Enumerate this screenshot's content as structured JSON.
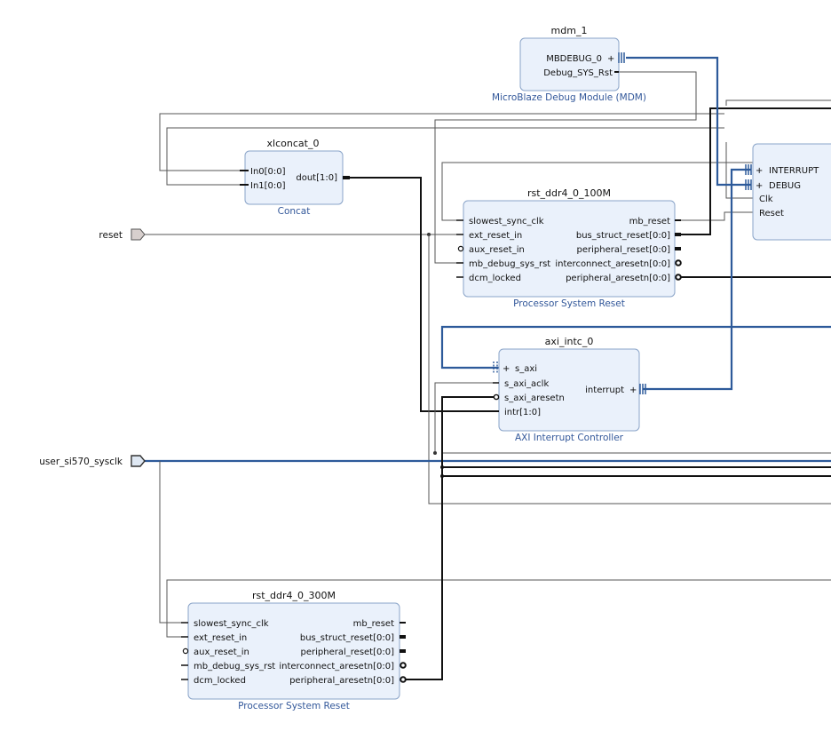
{
  "blocks": {
    "mdm": {
      "instance": "mdm_1",
      "type": "MicroBlaze Debug Module (MDM)",
      "ports_right": [
        "MBDEBUG_0",
        "Debug_SYS_Rst"
      ]
    },
    "concat": {
      "instance": "xlconcat_0",
      "type": "Concat",
      "ports_left": [
        "In0[0:0]",
        "In1[0:0]"
      ],
      "ports_right": [
        "dout[1:0]"
      ]
    },
    "rst100": {
      "instance": "rst_ddr4_0_100M",
      "type": "Processor System Reset",
      "ports_left": [
        "slowest_sync_clk",
        "ext_reset_in",
        "aux_reset_in",
        "mb_debug_sys_rst",
        "dcm_locked"
      ],
      "ports_right": [
        "mb_reset",
        "bus_struct_reset[0:0]",
        "peripheral_reset[0:0]",
        "interconnect_aresetn[0:0]",
        "peripheral_aresetn[0:0]"
      ]
    },
    "intc": {
      "instance": "axi_intc_0",
      "type": "AXI Interrupt Controller",
      "ports_left": [
        "s_axi",
        "s_axi_aclk",
        "s_axi_aresetn",
        "intr[1:0]"
      ],
      "ports_right": [
        "interrupt"
      ]
    },
    "mb": {
      "ports_left": [
        "INTERRUPT",
        "DEBUG",
        "Clk",
        "Reset"
      ]
    },
    "rst300": {
      "instance": "rst_ddr4_0_300M",
      "type": "Processor System Reset",
      "ports_left": [
        "slowest_sync_clk",
        "ext_reset_in",
        "aux_reset_in",
        "mb_debug_sys_rst",
        "dcm_locked"
      ],
      "ports_right": [
        "mb_reset",
        "bus_struct_reset[0:0]",
        "peripheral_reset[0:0]",
        "interconnect_aresetn[0:0]",
        "peripheral_aresetn[0:0]"
      ]
    }
  },
  "external_ports": {
    "reset": "reset",
    "sysclk": "user_si570_sysclk"
  },
  "colors": {
    "block_fill": "#eaf1fb",
    "block_stroke": "#8aa4c8",
    "bus": "#2d5a9a",
    "label_blue": "#33589a",
    "net": "#555555"
  }
}
